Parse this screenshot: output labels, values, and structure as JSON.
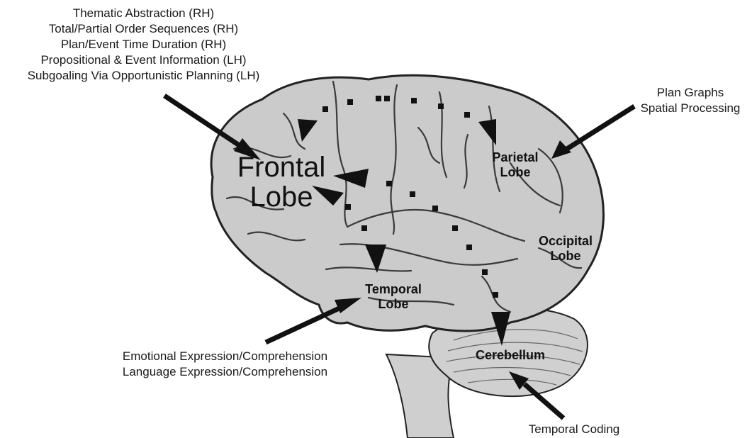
{
  "colors": {
    "brain": "#c9c9c9",
    "outline": "#222222",
    "arrow": "#111111",
    "background": "#ffffff"
  },
  "labels": {
    "frontal_line1": "Frontal",
    "frontal_line2": "Lobe",
    "parietal_line1": "Parietal",
    "parietal_line2": "Lobe",
    "occipital_line1": "Occipital",
    "occipital_line2": "Lobe",
    "temporal_line1": "Temporal",
    "temporal_line2": "Lobe",
    "cerebellum": "Cerebellum"
  },
  "callouts": {
    "frontal": [
      "Thematic Abstraction (RH)",
      "Total/Partial Order Sequences (RH)",
      "Plan/Event Time Duration (RH)",
      "Propositional & Event Information (LH)",
      "Subgoaling Via Opportunistic Planning  (LH)"
    ],
    "parietal": [
      "Plan Graphs",
      "Spatial Processing"
    ],
    "temporal": [
      "Emotional Expression/Comprehension",
      "Language Expression/Comprehension"
    ],
    "cerebellum": [
      "Temporal Coding"
    ]
  }
}
